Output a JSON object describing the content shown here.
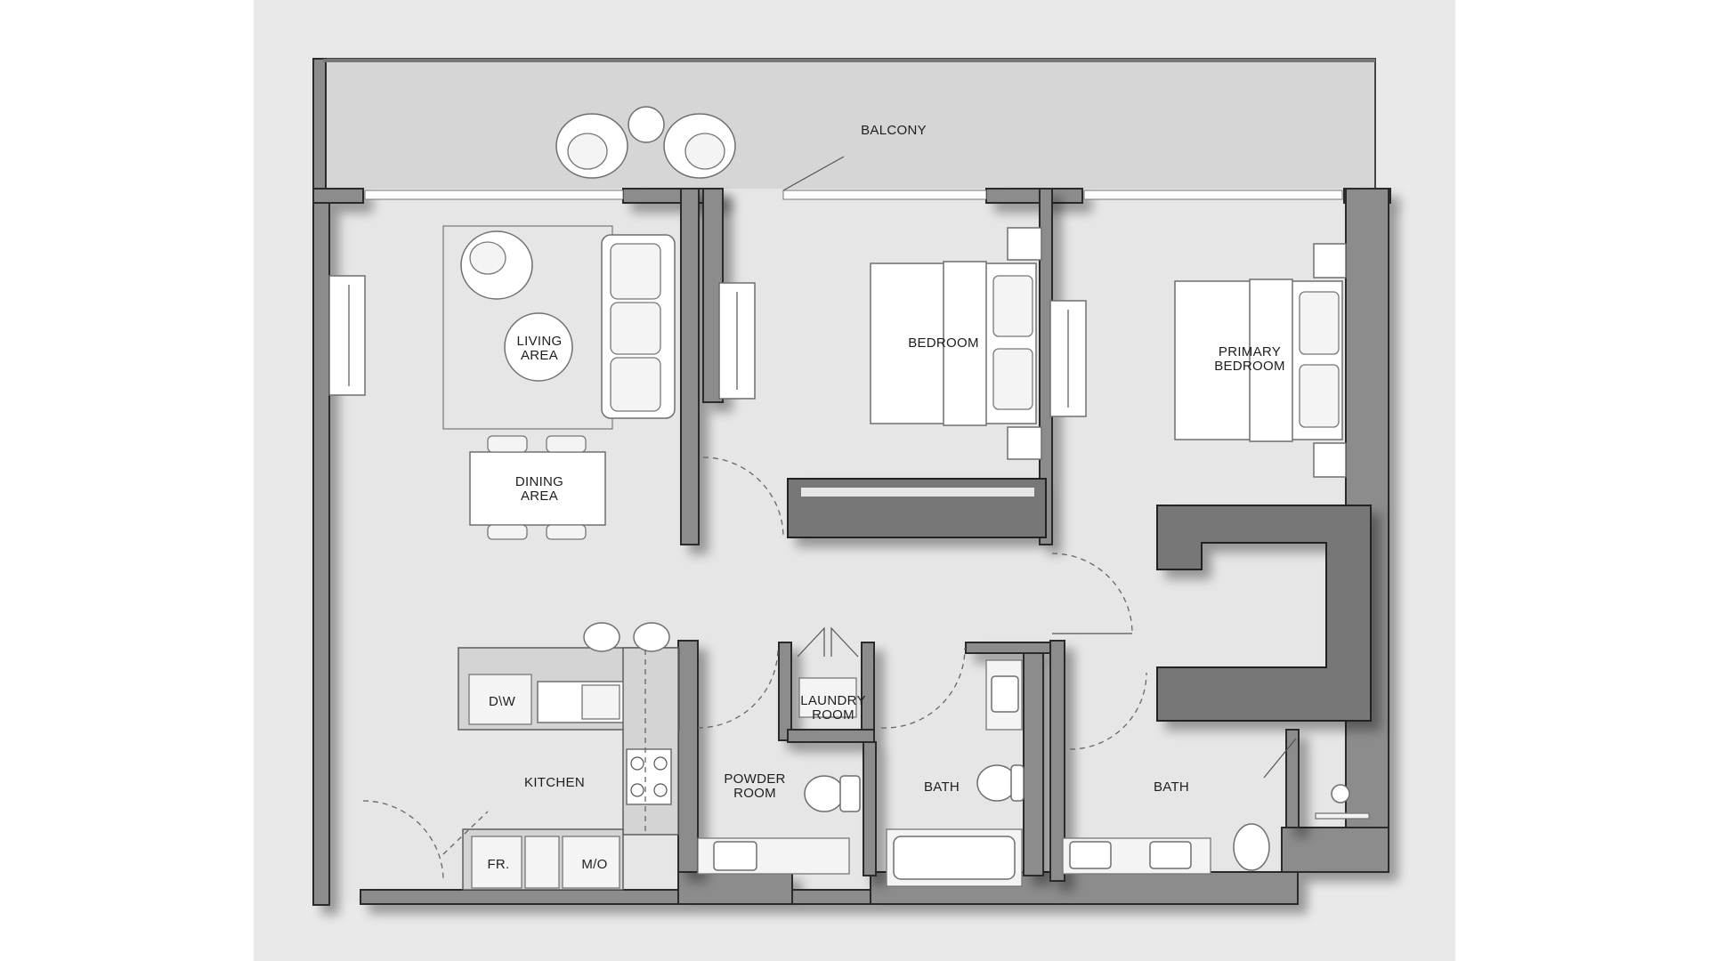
{
  "rooms": {
    "balcony": "BALCONY",
    "living_line1": "LIVING",
    "living_line2": "AREA",
    "dining_line1": "DINING",
    "dining_line2": "AREA",
    "bedroom": "BEDROOM",
    "primary_line1": "PRIMARY",
    "primary_line2": "BEDROOM",
    "kitchen": "KITCHEN",
    "laundry_line1": "LAUNDRY",
    "laundry_line2": "ROOM",
    "powder_line1": "POWDER",
    "powder_line2": "ROOM",
    "bath_1": "BATH",
    "bath_2": "BATH"
  },
  "appliances": {
    "dishwasher": "D\\W",
    "fridge": "FR.",
    "microwave": "M/O"
  },
  "colors": {
    "page_background": "#e9e9e9",
    "interior_floor": "#e6e6e6",
    "balcony_floor": "#d6d6d6",
    "wall": "#8c8c8c",
    "furniture": "#ffffff"
  }
}
